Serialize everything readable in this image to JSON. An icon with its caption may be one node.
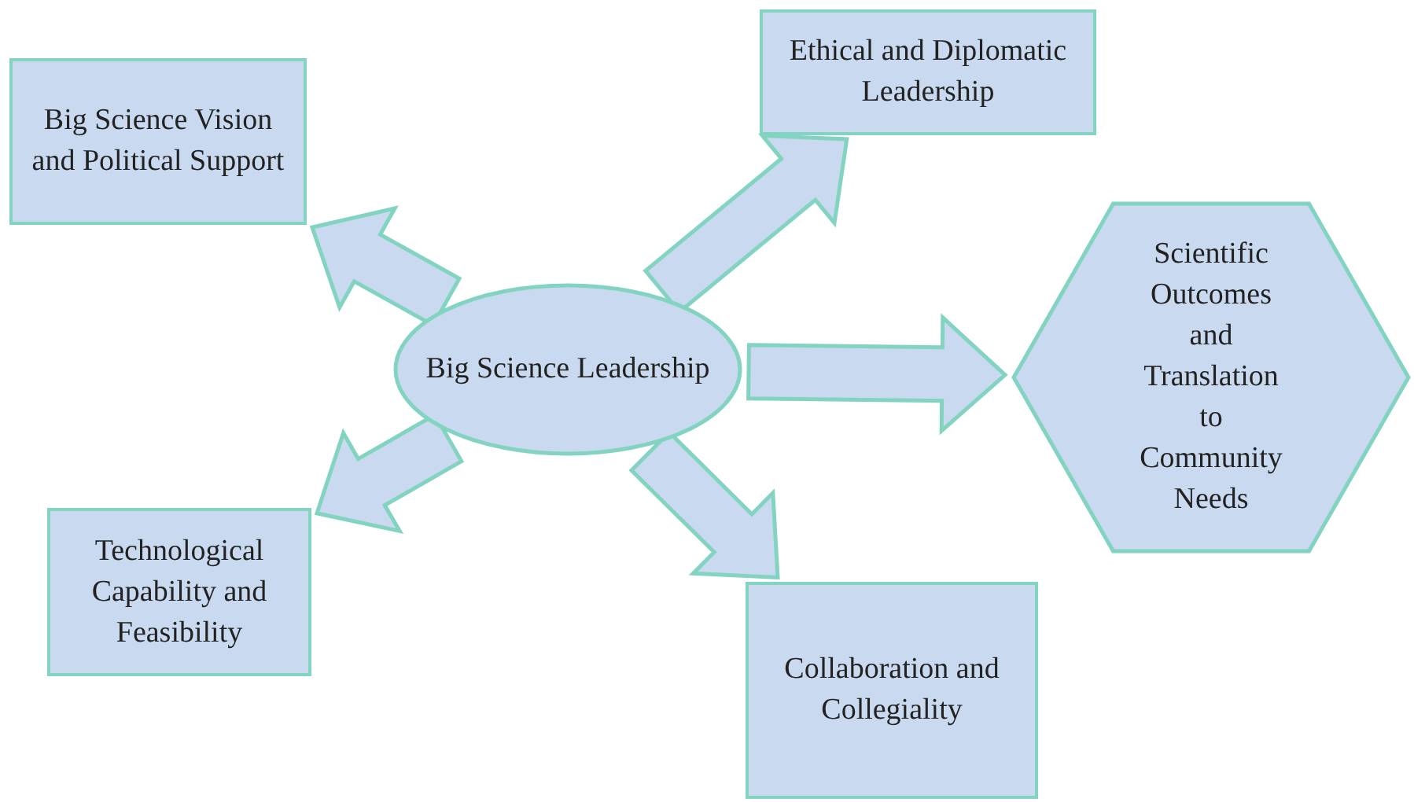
{
  "diagram": {
    "nodes": [
      {
        "text": [
          "Big Science Leadership"
        ]
      },
      {
        "text": [
          "Big Science Vision and Political Support"
        ]
      },
      {
        "text": [
          "Ethical and Diplomatic Leadership"
        ]
      },
      {
        "text": [
          "Scientific Outcomes and Translation to Community Needs"
        ]
      },
      {
        "text": [
          "Technological Capability and Feasibility"
        ]
      },
      {
        "text": [
          "Collaboration and Collegiality"
        ]
      }
    ],
    "edges": [
      {
        "from": 0,
        "to": 1,
        "arrow": "to"
      },
      {
        "from": 0,
        "to": 2,
        "arrow": "to"
      },
      {
        "from": 0,
        "to": 3,
        "arrow": "to"
      },
      {
        "from": 0,
        "to": 4,
        "arrow": "to"
      },
      {
        "from": 0,
        "to": 5,
        "arrow": "to"
      }
    ]
  }
}
